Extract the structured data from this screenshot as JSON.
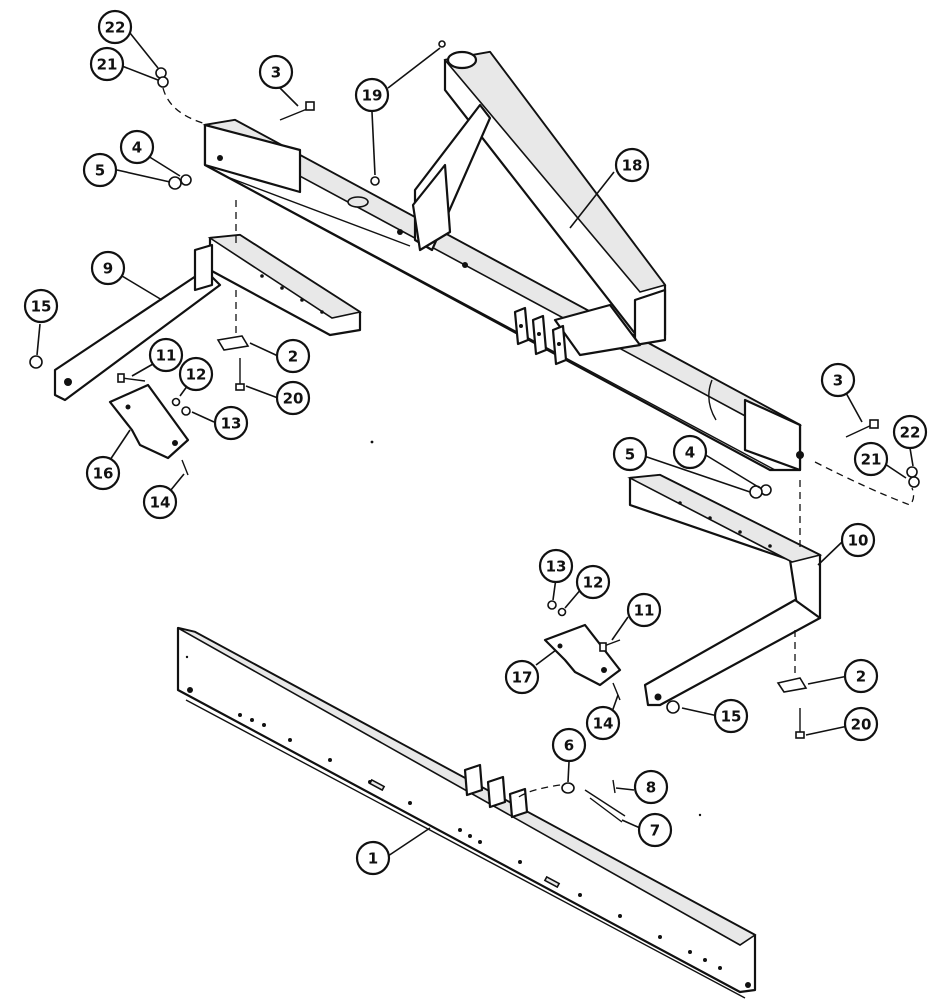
{
  "diagram": {
    "type": "exploded-parts-view",
    "callouts": [
      {
        "id": "c1",
        "label": "1"
      },
      {
        "id": "c2a",
        "label": "2"
      },
      {
        "id": "c2b",
        "label": "2"
      },
      {
        "id": "c3a",
        "label": "3"
      },
      {
        "id": "c3b",
        "label": "3"
      },
      {
        "id": "c4a",
        "label": "4"
      },
      {
        "id": "c4b",
        "label": "4"
      },
      {
        "id": "c5a",
        "label": "5"
      },
      {
        "id": "c5b",
        "label": "5"
      },
      {
        "id": "c6",
        "label": "6"
      },
      {
        "id": "c7",
        "label": "7"
      },
      {
        "id": "c8",
        "label": "8"
      },
      {
        "id": "c9",
        "label": "9"
      },
      {
        "id": "c10",
        "label": "10"
      },
      {
        "id": "c11a",
        "label": "11"
      },
      {
        "id": "c11b",
        "label": "11"
      },
      {
        "id": "c12a",
        "label": "12"
      },
      {
        "id": "c12b",
        "label": "12"
      },
      {
        "id": "c13a",
        "label": "13"
      },
      {
        "id": "c13b",
        "label": "13"
      },
      {
        "id": "c14a",
        "label": "14"
      },
      {
        "id": "c14b",
        "label": "14"
      },
      {
        "id": "c15a",
        "label": "15"
      },
      {
        "id": "c15b",
        "label": "15"
      },
      {
        "id": "c16",
        "label": "16"
      },
      {
        "id": "c17",
        "label": "17"
      },
      {
        "id": "c18",
        "label": "18"
      },
      {
        "id": "c19",
        "label": "19"
      },
      {
        "id": "c20a",
        "label": "20"
      },
      {
        "id": "c20b",
        "label": "20"
      },
      {
        "id": "c21a",
        "label": "21"
      },
      {
        "id": "c21b",
        "label": "21"
      },
      {
        "id": "c22a",
        "label": "22"
      },
      {
        "id": "c22b",
        "label": "22"
      }
    ]
  }
}
